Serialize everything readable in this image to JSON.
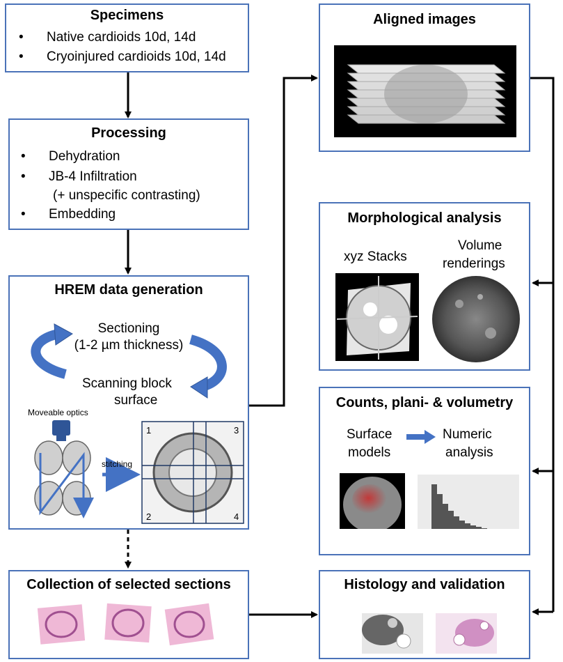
{
  "specimens": {
    "title": "Specimens",
    "items": [
      "Native cardioids 10d, 14d",
      "Cryoinjured cardioids 10d, 14d"
    ]
  },
  "processing": {
    "title": "Processing",
    "items": [
      "Dehydration",
      "JB-4 Infiltration",
      "(+ unspecific contrasting)",
      "Embedding"
    ]
  },
  "hrem": {
    "title": "HREM data generation",
    "sectioning_line1": "Sectioning",
    "sectioning_line2": "(1-2 µm thickness)",
    "scanning_line1": "Scanning block",
    "scanning_line2": "surface",
    "optics_label": "Moveable optics",
    "stitching_label": "stitching",
    "tiles": [
      "1",
      "3",
      "2",
      "4"
    ]
  },
  "collection": {
    "title": "Collection of selected sections"
  },
  "aligned": {
    "title": "Aligned images"
  },
  "morph": {
    "title": "Morphological analysis",
    "stacks_label": "xyz Stacks",
    "volume_line1": "Volume",
    "volume_line2": "renderings"
  },
  "counts": {
    "title": "Counts, plani- & volumetry",
    "surface_line1": "Surface",
    "surface_line2": "models",
    "numeric_line1": "Numeric",
    "numeric_line2": "analysis"
  },
  "histology": {
    "title": "Histology and validation"
  },
  "colors": {
    "box_border": "#4a72b8",
    "accent_arrow": "#4472c4",
    "arrow": "#000000",
    "section_pink": "#efb8d6"
  }
}
